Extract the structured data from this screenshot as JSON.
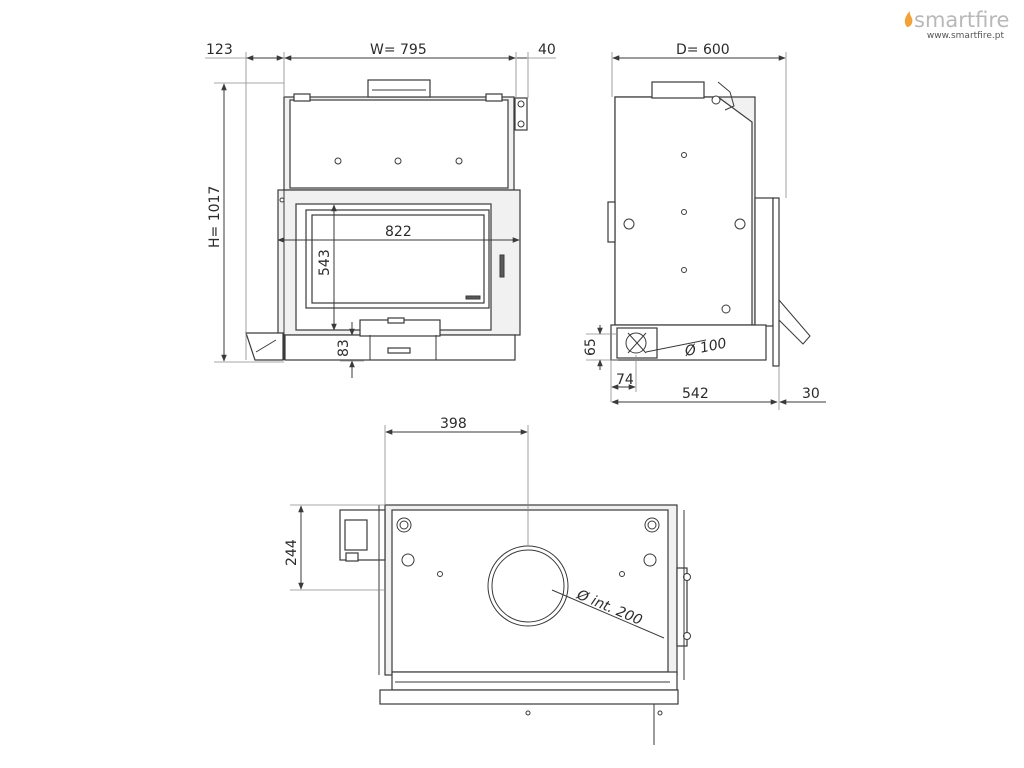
{
  "brand": {
    "name": "smartfire",
    "url": "www.smartfire.pt",
    "flame_color": "#f2a23a",
    "name_color": "#b8b8b8"
  },
  "front_view": {
    "left_offset": "123",
    "width": "W= 795",
    "right_offset": "40",
    "height": "H= 1017",
    "opening_width": "822",
    "opening_height": "543",
    "base_height": "83"
  },
  "side_view": {
    "depth": "D= 600",
    "inlet_height": "65",
    "inlet_offset": "74",
    "inlet_diameter": "Ø 100",
    "body_depth": "542",
    "front_offset": "30"
  },
  "top_view": {
    "flue_offset": "398",
    "rear_offset": "244",
    "flue_diameter": "Ø int. 200"
  }
}
